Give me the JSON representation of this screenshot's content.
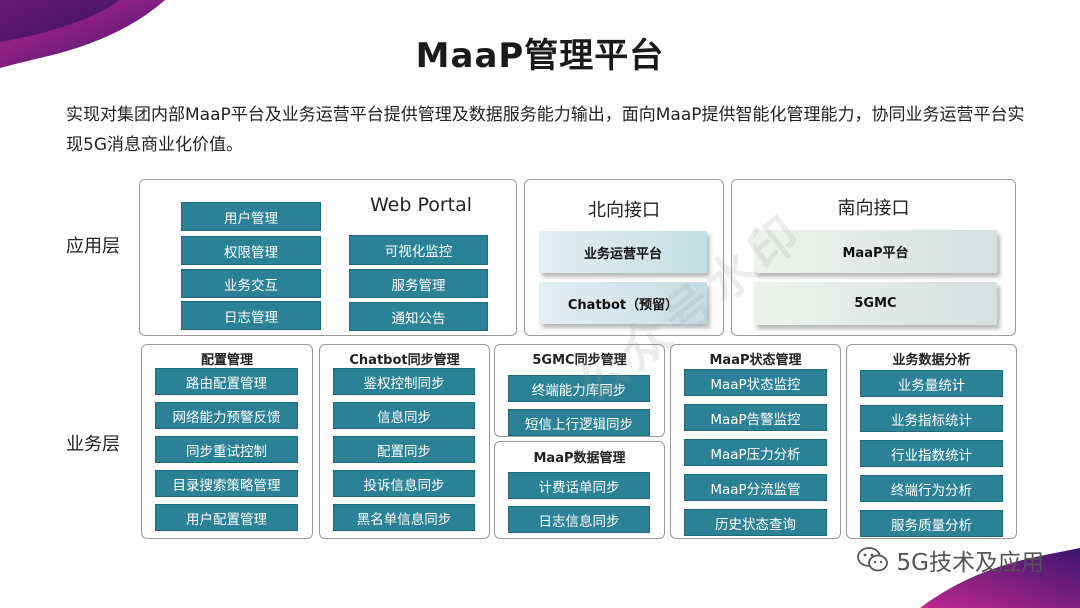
{
  "title": "MaaP管理平台",
  "description": "实现对集团内部MaaP平台及业务运营平台提供管理及数据服务能力输出，面向MaaP提供智能化管理能力，协同业务运营平台实现5G消息商业化价值。",
  "layers": {
    "app": "应用层",
    "business": "业务层"
  },
  "app_layer": {
    "web_portal": {
      "title": "Web Portal",
      "left_items": [
        "用户管理",
        "权限管理",
        "业务交互",
        "日志管理"
      ],
      "right_items": [
        "可视化监控",
        "服务管理",
        "通知公告"
      ]
    },
    "north": {
      "title": "北向接口",
      "items": [
        "业务运营平台",
        "Chatbot（预留）"
      ]
    },
    "south": {
      "title": "南向接口",
      "items": [
        "MaaP平台",
        "5GMC"
      ]
    }
  },
  "business_layer": {
    "config": {
      "title": "配置管理",
      "items": [
        "路由配置管理",
        "网络能力预警反馈",
        "同步重试控制",
        "目录搜索策略管理",
        "用户配置管理"
      ]
    },
    "chatbot_sync": {
      "title": "Chatbot同步管理",
      "items": [
        "鉴权控制同步",
        "信息同步",
        "配置同步",
        "投诉信息同步",
        "黑名单信息同步"
      ]
    },
    "gmc_sync": {
      "title": "5GMC同步管理",
      "items": [
        "终端能力库同步",
        "短信上行逻辑同步"
      ]
    },
    "maap_data": {
      "title": "MaaP数据管理",
      "items": [
        "计费话单同步",
        "日志信息同步"
      ]
    },
    "maap_status": {
      "title": "MaaP状态管理",
      "items": [
        "MaaP状态监控",
        "MaaP告警监控",
        "MaaP压力分析",
        "MaaP分流监管",
        "历史状态查询"
      ]
    },
    "data_analysis": {
      "title": "业务数据分析",
      "items": [
        "业务量统计",
        "业务指标统计",
        "行业指数统计",
        "终端行为分析",
        "服务质量分析"
      ]
    }
  },
  "watermark": "公众号水印",
  "footer": {
    "wechat_label": "5G技术及应用"
  },
  "colors": {
    "teal": "#2b8296",
    "corner_purple": "#3b1670",
    "corner_pink": "#c0288e"
  }
}
